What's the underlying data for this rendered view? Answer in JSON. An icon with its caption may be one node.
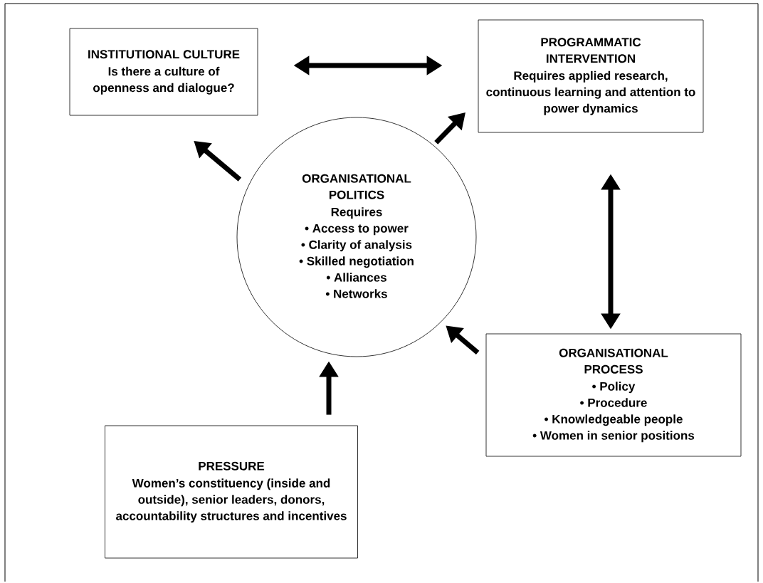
{
  "diagram": {
    "nodes": [
      {
        "text": [
          "INSTITUTIONAL CULTURE",
          "Is there a culture of openness and dialogue?"
        ]
      },
      {
        "text": [
          "PROGRAMMATIC INTERVENTION",
          "Requires applied research, continuous learning and attention to power dynamics"
        ]
      },
      {
        "text": [
          "ORGANISATIONAL POLITICS",
          "Requires",
          "• Access to power",
          "• Clarity of analysis",
          "• Skilled negotiation",
          "• Alliances",
          "• Networks"
        ]
      },
      {
        "text": [
          "ORGANISATIONAL PROCESS",
          "• Policy",
          "• Procedure",
          "• Knowledgeable people",
          "• Women in senior positions"
        ]
      },
      {
        "text": [
          "PRESSURE",
          "Women’s constituency (inside and outside), senior leaders, donors, accountability structures and incentives"
        ]
      }
    ],
    "edges": [
      {
        "from": 0,
        "to": 1,
        "arrow": "both"
      },
      {
        "from": 2,
        "to": 1,
        "arrow": "to"
      },
      {
        "from": 2,
        "to": 0,
        "arrow": "to"
      },
      {
        "from": 1,
        "to": 3,
        "arrow": "both"
      },
      {
        "from": 3,
        "to": 2,
        "arrow": "to"
      },
      {
        "from": 4,
        "to": 2,
        "arrow": "to"
      }
    ]
  }
}
